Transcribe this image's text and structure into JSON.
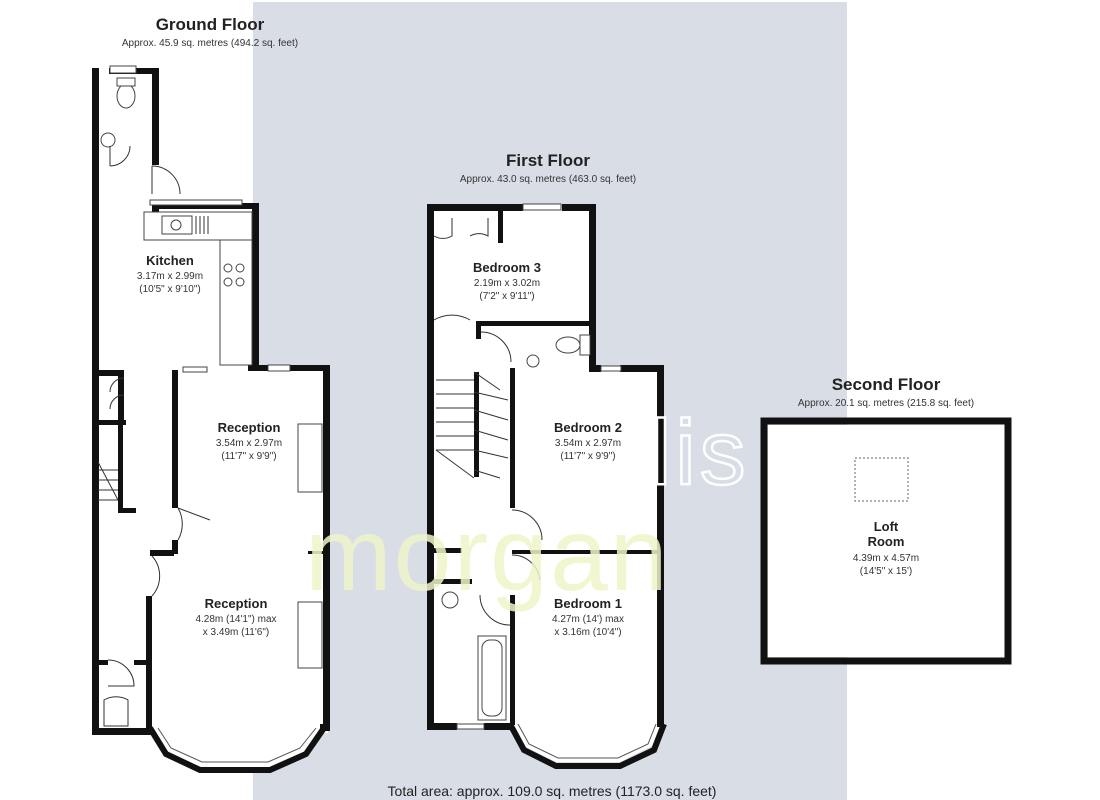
{
  "plan": {
    "total_area": "Total area: approx. 109.0 sq. metres (1173.0 sq. feet)",
    "watermark": {
      "line1": "hollis",
      "line2": "morgan"
    },
    "colors": {
      "panel": "#d8dde6",
      "wall": "#111111",
      "watermark_green": "#eef5c9"
    },
    "floors": {
      "ground": {
        "title": "Ground Floor",
        "area": "Approx. 45.9 sq. metres (494.2 sq. feet)",
        "rooms": {
          "kitchen": {
            "name": "Kitchen",
            "dim1": "3.17m x 2.99m",
            "dim2": "(10'5\" x 9'10\")"
          },
          "reception1": {
            "name": "Reception",
            "dim1": "3.54m x 2.97m",
            "dim2": "(11'7\" x 9'9\")"
          },
          "reception2": {
            "name": "Reception",
            "dim1": "4.28m (14'1\") max",
            "dim2": "x 3.49m (11'6\")"
          }
        }
      },
      "first": {
        "title": "First Floor",
        "area": "Approx. 43.0 sq. metres (463.0 sq. feet)",
        "rooms": {
          "bedroom3": {
            "name": "Bedroom 3",
            "dim1": "2.19m x 3.02m",
            "dim2": "(7'2\" x 9'11\")"
          },
          "bedroom2": {
            "name": "Bedroom 2",
            "dim1": "3.54m x 2.97m",
            "dim2": "(11'7\" x 9'9\")"
          },
          "bedroom1": {
            "name": "Bedroom 1",
            "dim1": "4.27m (14') max",
            "dim2": "x 3.16m (10'4\")"
          }
        }
      },
      "second": {
        "title": "Second Floor",
        "area": "Approx. 20.1 sq. metres (215.8 sq. feet)",
        "rooms": {
          "loft": {
            "name1": "Loft",
            "name2": "Room",
            "dim1": "4.39m x 4.57m",
            "dim2": "(14'5\" x 15')"
          }
        }
      }
    }
  }
}
